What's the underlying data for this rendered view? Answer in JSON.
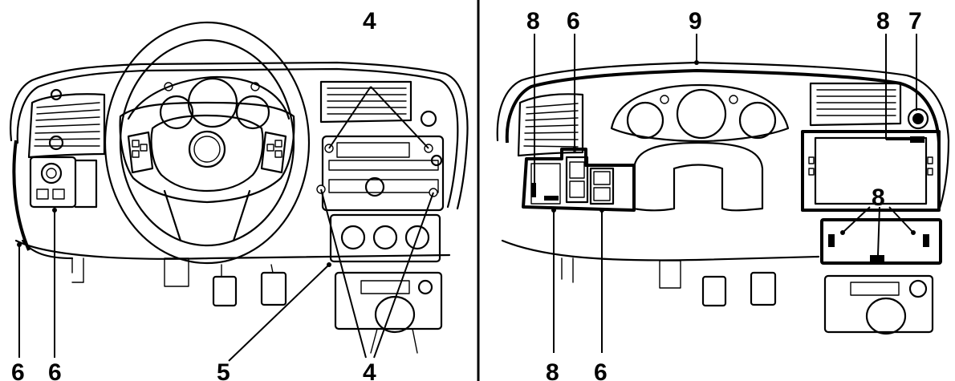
{
  "callouts": {
    "left_top_4": "4",
    "left_bottom_6a": "6",
    "left_bottom_6b": "6",
    "left_bottom_5": "5",
    "left_bottom_4": "4",
    "right_top_8a": "8",
    "right_top_6": "6",
    "right_top_9": "9",
    "right_top_8b": "8",
    "right_top_7": "7",
    "right_mid_8": "8",
    "right_bottom_8": "8",
    "right_bottom_6": "6"
  },
  "icons": {
    "divider": "vertical-divider",
    "steering_wheel": "steering-wheel-icon",
    "instrument_cluster": "gauge-cluster-icon",
    "radio": "radio-unit-icon",
    "navigation_display": "display-screen-icon",
    "clip_marker": "fastener-clip-icon",
    "pedals": "pedal-icon",
    "gear_selector": "gear-lever-icon"
  },
  "colors": {
    "line": "#000000",
    "background": "#ffffff"
  }
}
